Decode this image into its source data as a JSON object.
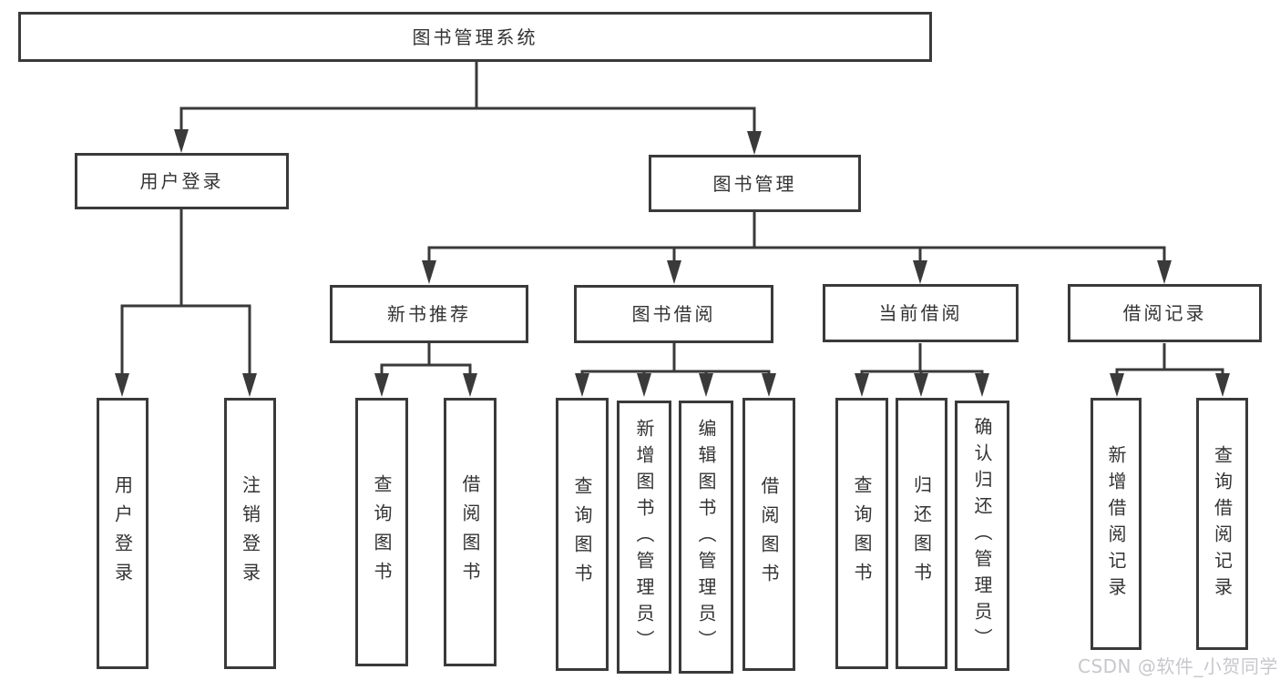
{
  "diagram": {
    "tree": {
      "label": "图书管理系统",
      "children": [
        {
          "label": "用户登录",
          "children": [
            {
              "label": "用户登录"
            },
            {
              "label": "注销登录"
            }
          ]
        },
        {
          "label": "图书管理",
          "children": [
            {
              "label": "新书推荐",
              "children": [
                {
                  "label": "查询图书"
                },
                {
                  "label": "借阅图书"
                }
              ]
            },
            {
              "label": "图书借阅",
              "children": [
                {
                  "label": "查询图书"
                },
                {
                  "label": "新增图书（管理员）"
                },
                {
                  "label": "编辑图书（管理员）"
                },
                {
                  "label": "借阅图书"
                }
              ]
            },
            {
              "label": "当前借阅",
              "children": [
                {
                  "label": "查询图书"
                },
                {
                  "label": "归还图书"
                },
                {
                  "label": "确认归还（管理员）"
                }
              ]
            },
            {
              "label": "借阅记录",
              "children": [
                {
                  "label": "新增借阅记录"
                },
                {
                  "label": "查询借阅记录"
                }
              ]
            }
          ]
        }
      ]
    },
    "watermark": "CSDN @软件_小贺同学",
    "colors": {
      "line": "#3a3a3a",
      "text": "#333333",
      "watermark": "#c7c7cc",
      "background": "#ffffff"
    }
  }
}
